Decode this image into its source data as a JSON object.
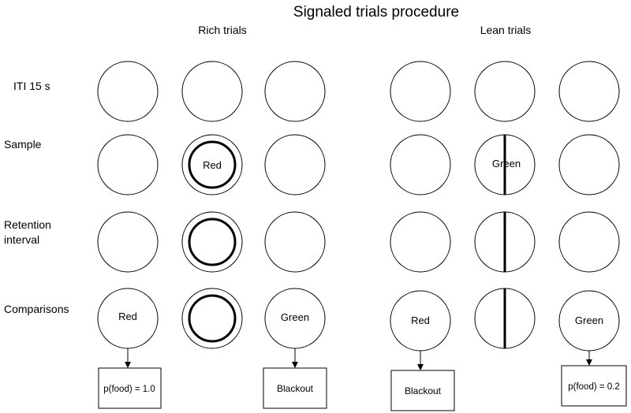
{
  "title": "Signaled trials procedure",
  "groups": {
    "rich": "Rich trials",
    "lean": "Lean trials"
  },
  "rows": {
    "iti": "ITI 15 s",
    "sample": "Sample",
    "retention_line1": "Retention",
    "retention_line2": "interval",
    "comparisons": "Comparisons"
  },
  "keys": {
    "rich_sample": "Red",
    "lean_sample": "Green",
    "rich_comparison_left": "Red",
    "rich_comparison_right": "Green",
    "lean_comparison_left": "Red",
    "lean_comparison_right": "Green"
  },
  "outcomes": {
    "rich_left": "p(food) = 1.0",
    "rich_right": "Blackout",
    "lean_left": "Blackout",
    "lean_right": "p(food) = 0.2"
  }
}
